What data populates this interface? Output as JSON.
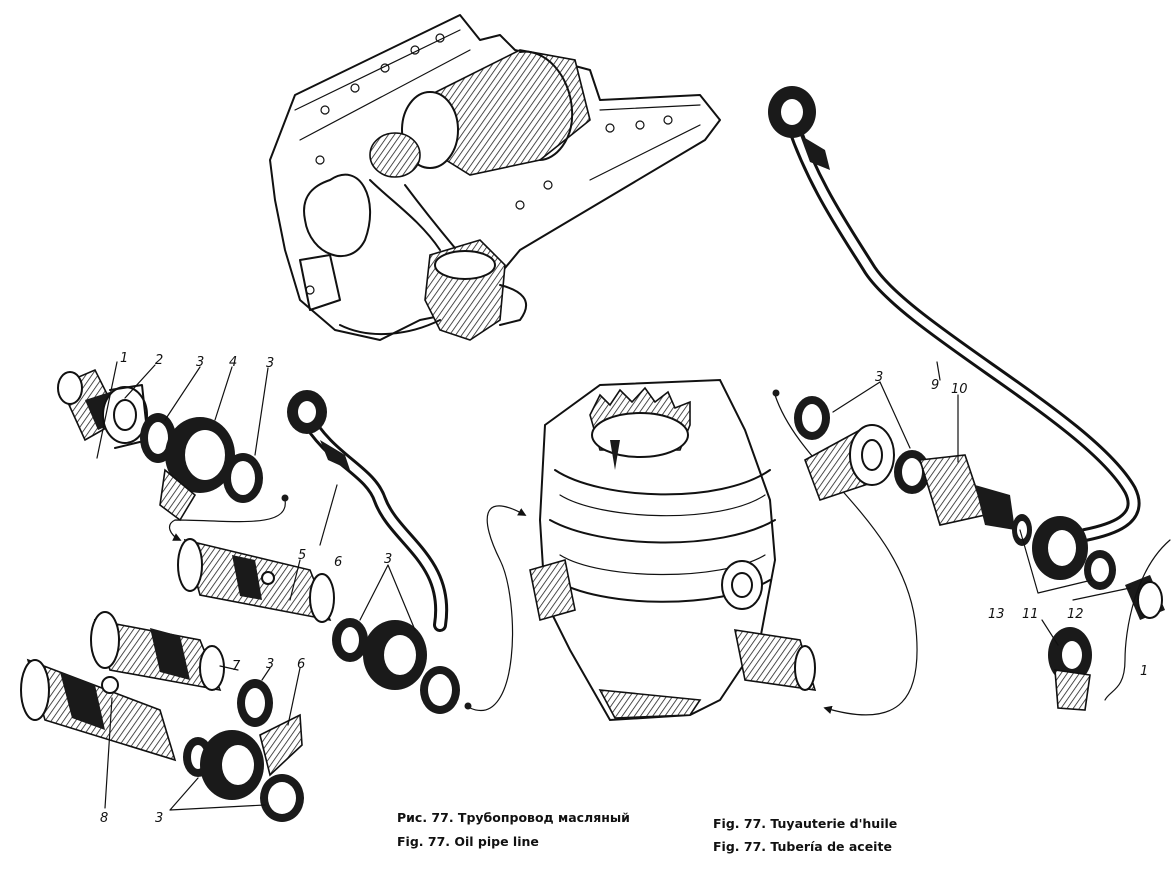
{
  "figure": {
    "captions": [
      "Рис. 77. Трубопровод масляный",
      "Fig. 77. Oil pipe line",
      "Fig. 77. Tuyauterie d'huile",
      "Fig. 77. Tubería de aceite"
    ],
    "callouts": [
      "1",
      "2",
      "3",
      "4",
      "3",
      "5",
      "6",
      "3",
      "7",
      "3",
      "6",
      "8",
      "3",
      "3",
      "9",
      "10",
      "11",
      "12",
      "13",
      "1"
    ]
  }
}
